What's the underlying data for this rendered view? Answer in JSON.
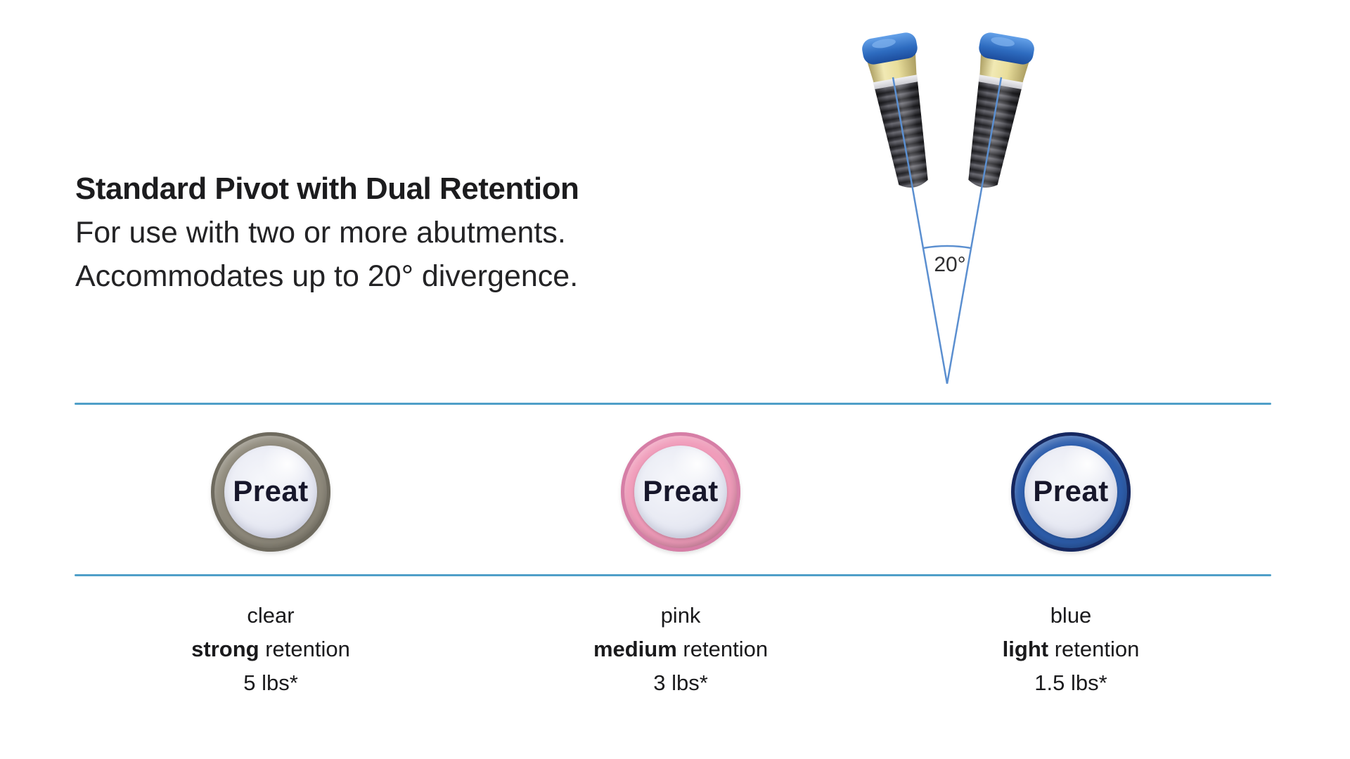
{
  "figure": {
    "title": "Standard Pivot with Dual Retention",
    "subtitle_line1": "For use with two or more abutments.",
    "subtitle_line2": "Accommodates up to 20° divergence."
  },
  "diagram": {
    "angle_label": "20°",
    "description": "two diverging dental implants with axis lines meeting at a 20 degree angle"
  },
  "brand": "Preat",
  "products": [
    {
      "color_label": "clear",
      "strength": "strong",
      "retention_word": "retention",
      "force": "5 lbs*",
      "ring_color": "#908b7d",
      "ring_edge": "#6e6a5e"
    },
    {
      "color_label": "pink",
      "strength": "medium",
      "retention_word": "retention",
      "force": "3 lbs*",
      "ring_color": "#f09cba",
      "ring_edge": "#d67ea6"
    },
    {
      "color_label": "blue",
      "strength": "light",
      "retention_word": "retention",
      "force": "1.5 lbs*",
      "ring_color": "#2e5fae",
      "ring_edge": "#16275f"
    }
  ],
  "colors": {
    "divider": "#4f9fc8",
    "diagram_line": "#5b8fd0",
    "text": "#1c1c1e"
  }
}
